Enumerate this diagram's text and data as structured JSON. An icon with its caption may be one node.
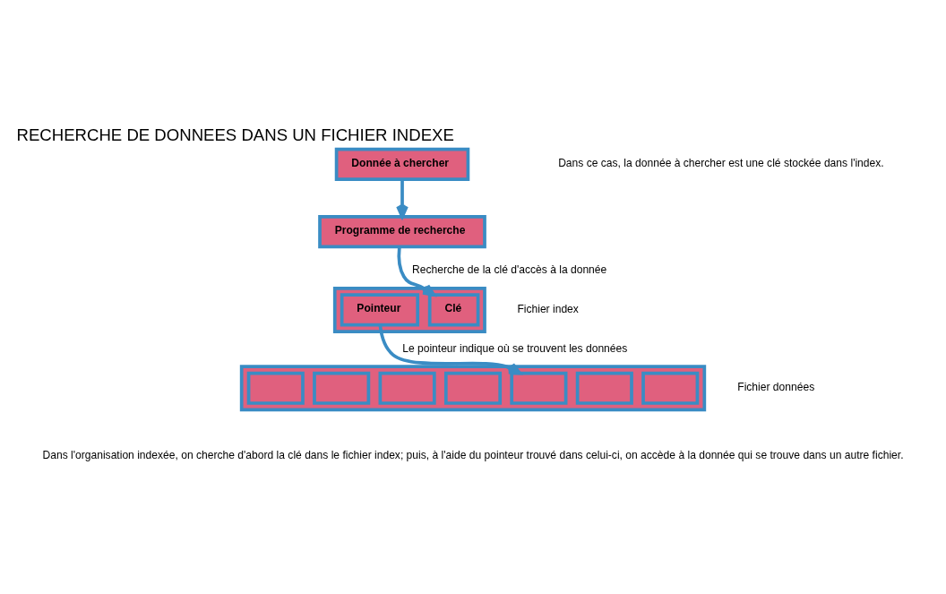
{
  "diagram": {
    "title": "RECHERCHE DE DONNEES DANS UN FICHIER INDEXE",
    "caption": "Dans l'organisation indexée, on cherche d'abord la clé dans le fichier index; puis, à l'aide du pointeur trouvé dans celui-ci, on accède à la donnée qui se trouve dans un autre fichier.",
    "nodes": [
      {
        "text": [
          "Donnée à chercher"
        ]
      },
      {
        "text": [
          "Programme de recherche"
        ]
      },
      {
        "text": [],
        "shape": "bar",
        "beside": [
          "Fichier index"
        ]
      },
      {
        "text": [
          "Pointeur"
        ],
        "in": 2
      },
      {
        "text": [
          "Clé"
        ],
        "in": 2
      },
      {
        "text": [],
        "shape": "bar",
        "beside": [
          "Fichier données"
        ]
      },
      {
        "text": [],
        "shape": "box",
        "in": 5
      },
      {
        "text": [],
        "shape": "box",
        "in": 5
      },
      {
        "text": [],
        "shape": "box",
        "in": 5
      },
      {
        "text": [],
        "shape": "box",
        "in": 5
      },
      {
        "text": [],
        "shape": "box",
        "in": 5
      },
      {
        "text": [],
        "shape": "box",
        "in": 5
      },
      {
        "text": [],
        "shape": "box",
        "in": 5
      }
    ],
    "edges": [
      {
        "from": 0,
        "to": 1,
        "arrow": "to"
      },
      {
        "from": 1,
        "to": 4,
        "arrow": "to",
        "label": "Recherche de la clé d'accès à la donnée"
      },
      {
        "from": 3,
        "to": 10,
        "arrow": "to",
        "label": "Le pointeur indique où se trouvent les données"
      }
    ],
    "labels": [
      "Dans ce cas, la donnée à chercher est une clé stockée dans l'index."
    ]
  }
}
